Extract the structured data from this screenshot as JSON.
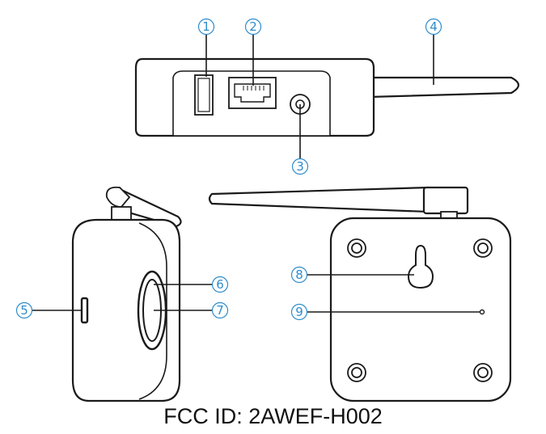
{
  "callouts": [
    {
      "id": "callout-1",
      "label": "1",
      "part": "USB port"
    },
    {
      "id": "callout-2",
      "label": "2",
      "part": "Ethernet port"
    },
    {
      "id": "callout-3",
      "label": "3",
      "part": "Power jack"
    },
    {
      "id": "callout-4",
      "label": "4",
      "part": "Antenna"
    },
    {
      "id": "callout-5",
      "label": "5",
      "part": "Side slot"
    },
    {
      "id": "callout-6",
      "label": "6",
      "part": "Button ring"
    },
    {
      "id": "callout-7",
      "label": "7",
      "part": "Button"
    },
    {
      "id": "callout-8",
      "label": "8",
      "part": "Wall mount hole"
    },
    {
      "id": "callout-9",
      "label": "9",
      "part": "Reset pinhole"
    }
  ],
  "caption": "FCC ID: 2AWEF-H002",
  "colors": {
    "callout": "#2f8ccc",
    "line": "#1a1a1a",
    "background": "#ffffff"
  }
}
